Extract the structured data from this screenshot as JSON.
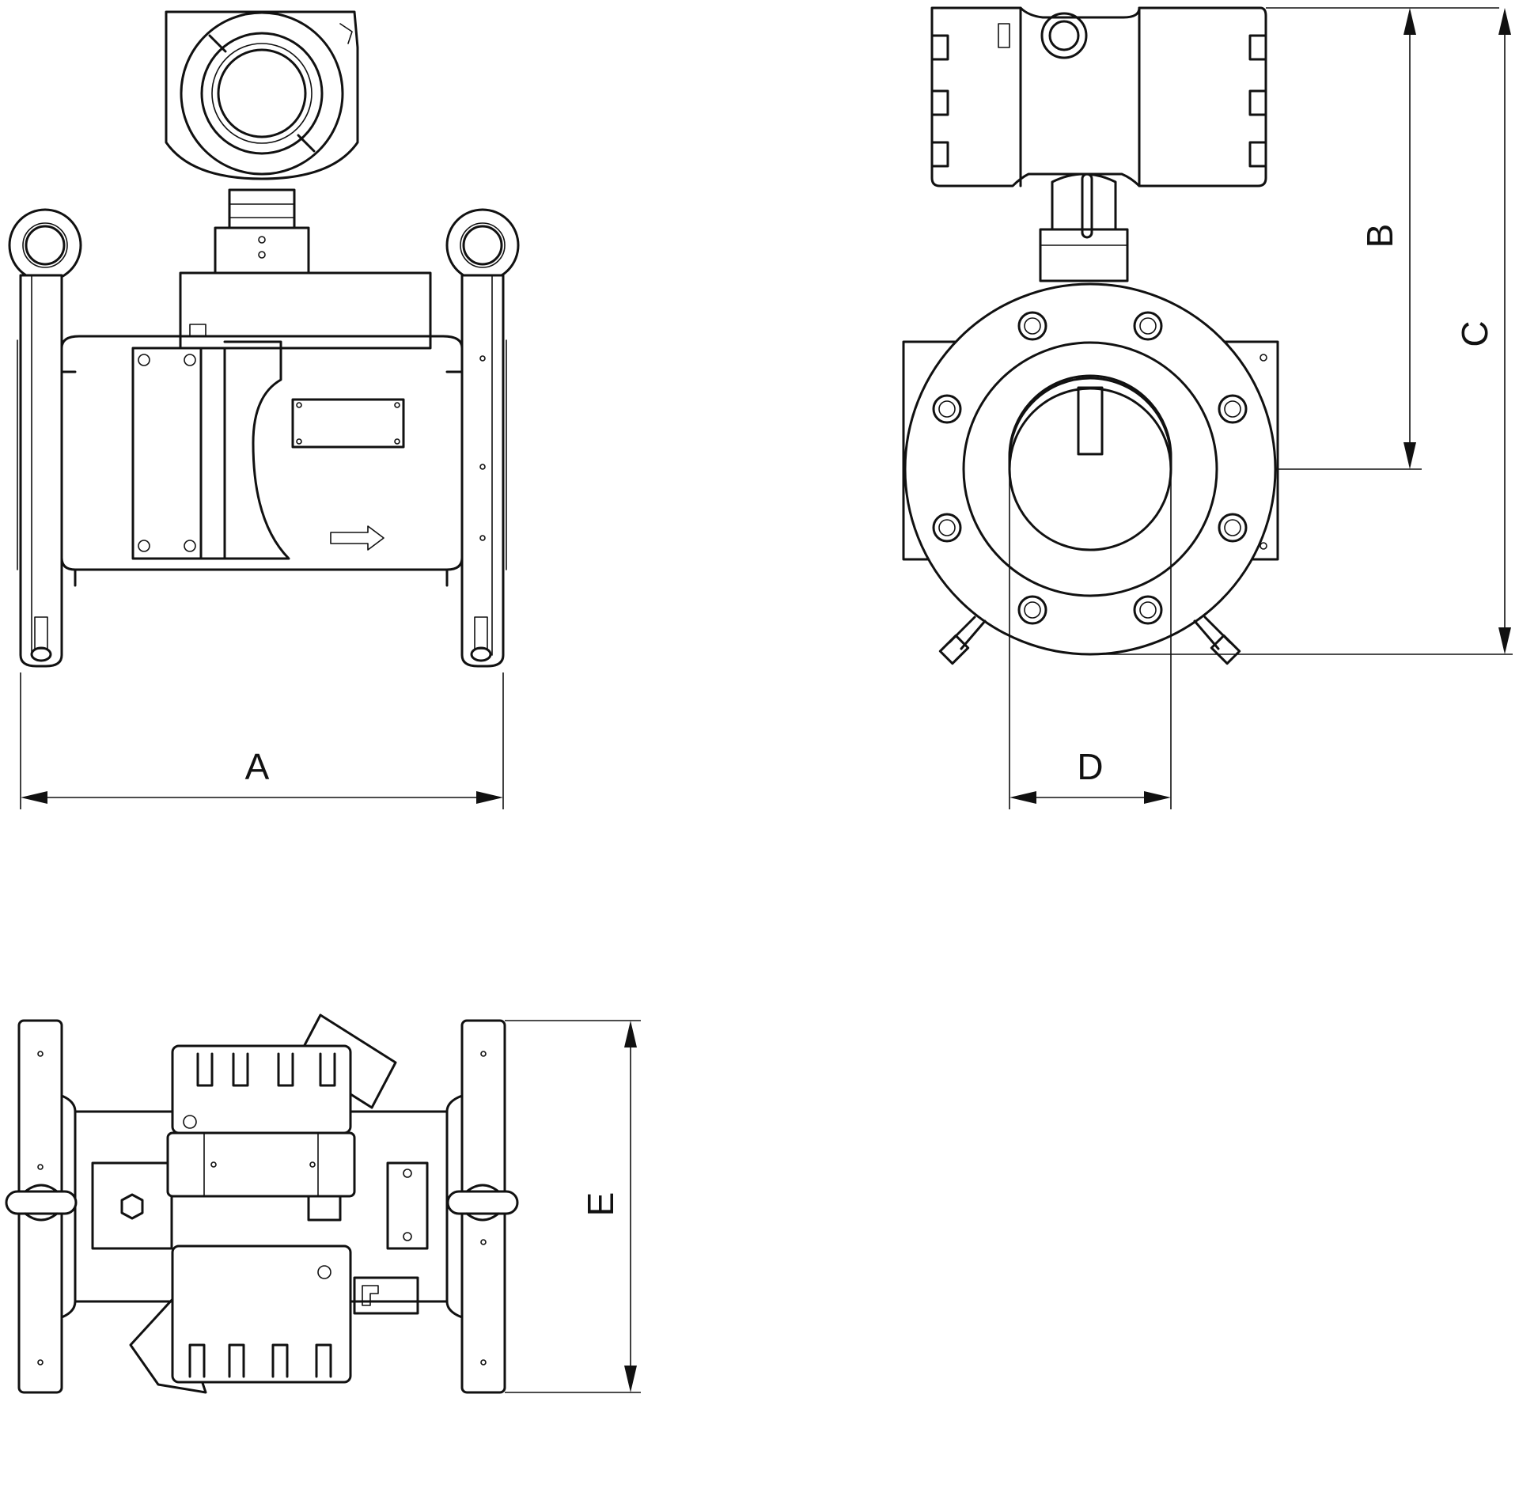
{
  "dimension_labels": {
    "a": "A",
    "b": "B",
    "c": "C",
    "d": "D",
    "e": "E"
  },
  "colors": {
    "line": "#111111",
    "background": "#ffffff"
  }
}
